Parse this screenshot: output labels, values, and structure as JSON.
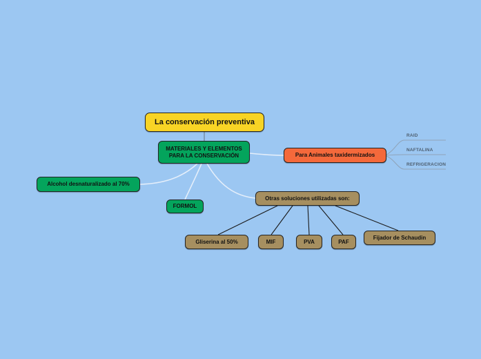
{
  "palette": {
    "background": "#9cc7f2",
    "root_fill": "#f8d425",
    "green_fill": "#04a45c",
    "orange_fill": "#f4693b",
    "tan_fill": "#a68f60",
    "branch_line": "#e4eefa",
    "sub_line": "#8fa3b8",
    "child_line": "#1a1a1a"
  },
  "nodes": {
    "root": {
      "label": "La conservación preventiva"
    },
    "materiales": {
      "label": "MATERIALES Y ELEMENTOS\nPARA LA CONSERVACIÓN"
    },
    "animales": {
      "label": "Para Animales taxidermizados"
    },
    "raid": {
      "label": "RAID"
    },
    "naftalina": {
      "label": "NAFTALINA"
    },
    "refrigeracion": {
      "label": "REFRIGERACION"
    },
    "alcohol": {
      "label": "Alcohol desnaturalizado al 70%"
    },
    "formol": {
      "label": "FORMOL"
    },
    "otras": {
      "label": "Otras soluciones utilizadas son:"
    },
    "gliserina": {
      "label": "Gliserina al 50%"
    },
    "mif": {
      "label": "MIF"
    },
    "pva": {
      "label": "PVA"
    },
    "paf": {
      "label": "PAF"
    },
    "fijador": {
      "label": "Fijador de Schaudin"
    }
  }
}
